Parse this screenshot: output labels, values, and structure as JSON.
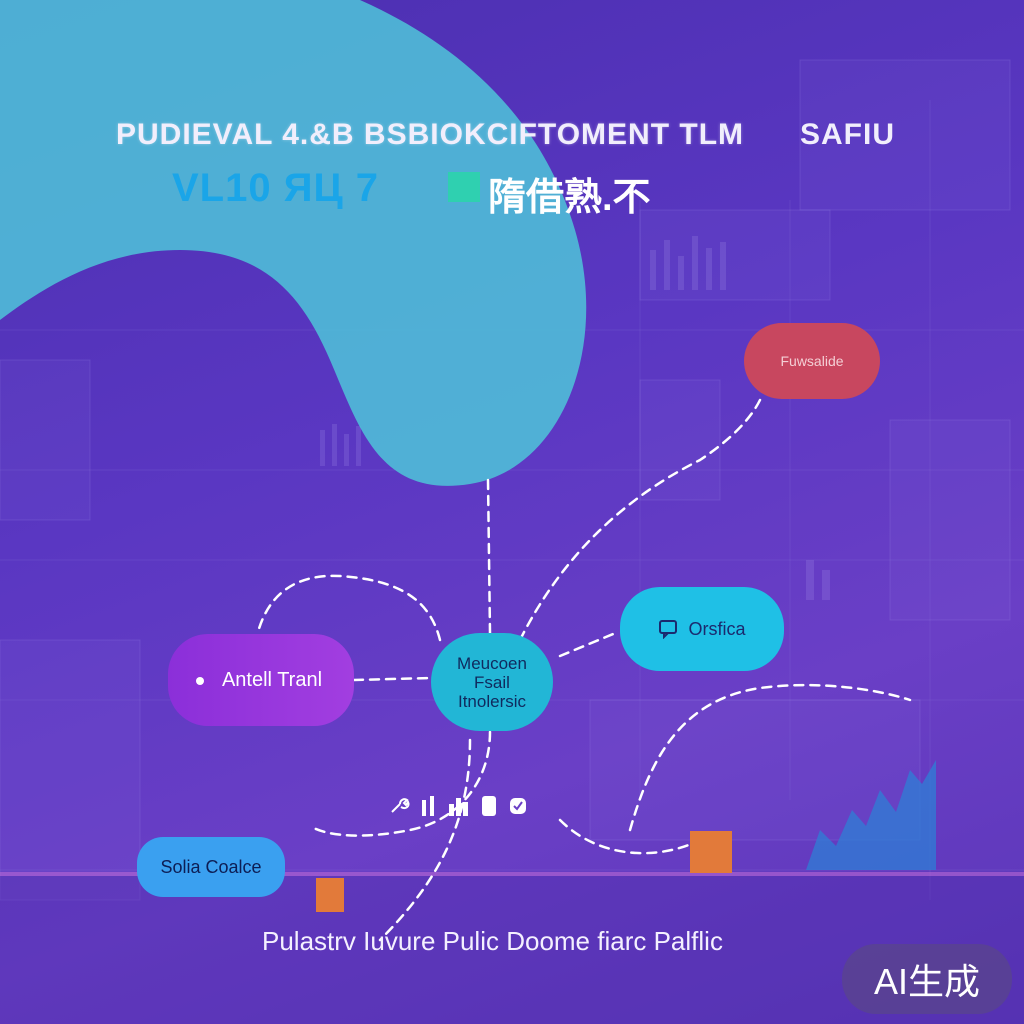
{
  "texts": {
    "title_line1": "PUDIEVAL 4.&B BSBIOKCIFTOMENT TLM",
    "title_line1_right": "SAFIU",
    "title_line2_left": "VL10 ЯЦ 7",
    "title_line2_right": "隋借熟.不",
    "bottom_text": "Pulastrv  Iuvure  Pulic Doome  fiarc Palflic",
    "badge": "AI生成"
  },
  "nodes": {
    "red": "Fuwsalide",
    "purple": "Antell Tranl",
    "center_line1": "Meucoen",
    "center_line2": "Fsail",
    "center_line3": "Itnolersic",
    "cyan": "Orsfica",
    "blue": "Solia  Coalce"
  },
  "colors": {
    "background": "#5a37c2",
    "blob": "#4fc0d8",
    "node_red": "#c8475f",
    "node_purple": "#9a38de",
    "node_center": "#22b6d6",
    "node_cyan": "#1fc0e6",
    "node_blue": "#3aa0f0",
    "accent_orange": "#e27a3a"
  },
  "icons": [
    "tool-icon",
    "bars-icon",
    "chart-icon",
    "lock-icon",
    "check-icon"
  ]
}
